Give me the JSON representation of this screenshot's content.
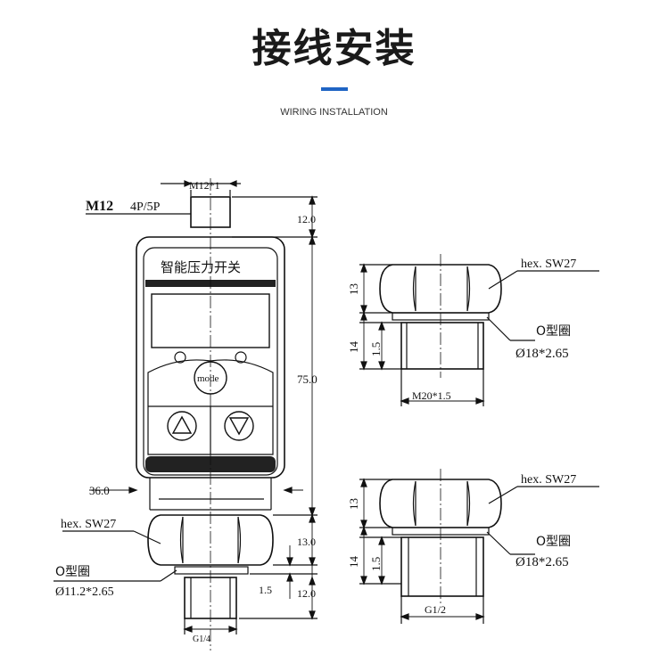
{
  "header": {
    "title": "接线安装",
    "subtitle": "WIRING INSTALLATION",
    "accent_color": "#1f64c4"
  },
  "main_device": {
    "connector_label": "M12",
    "connector_pins": "4P/5P",
    "connector_thread": "M12*1",
    "panel_label": "智能压力开关",
    "mode_button": "mode",
    "up_button_icon": "triangle-up-icon",
    "down_button_icon": "triangle-down-icon",
    "dim_top": "12.0",
    "dim_height": "75.0",
    "dim_width": "36.0",
    "dim_hex": "13.0",
    "dim_bottom": "12.0",
    "dim_gap": "1.5",
    "hex_label": "hex. SW27",
    "oring_label": "O型圈",
    "oring_size": "Ø11.2*2.65",
    "thread_label": "G1/4"
  },
  "fitting_top": {
    "hex_label": "hex. SW27",
    "dim_hex": "13",
    "dim_thread": "14",
    "dim_gap": "1.5",
    "oring_label": "O型圈",
    "oring_size": "Ø18*2.65",
    "thread_label": "M20*1.5"
  },
  "fitting_bottom": {
    "hex_label": "hex. SW27",
    "dim_hex": "13",
    "dim_thread": "14",
    "dim_gap": "1.5",
    "oring_label": "O型圈",
    "oring_size": "Ø18*2.65",
    "thread_label": "G1/2"
  }
}
